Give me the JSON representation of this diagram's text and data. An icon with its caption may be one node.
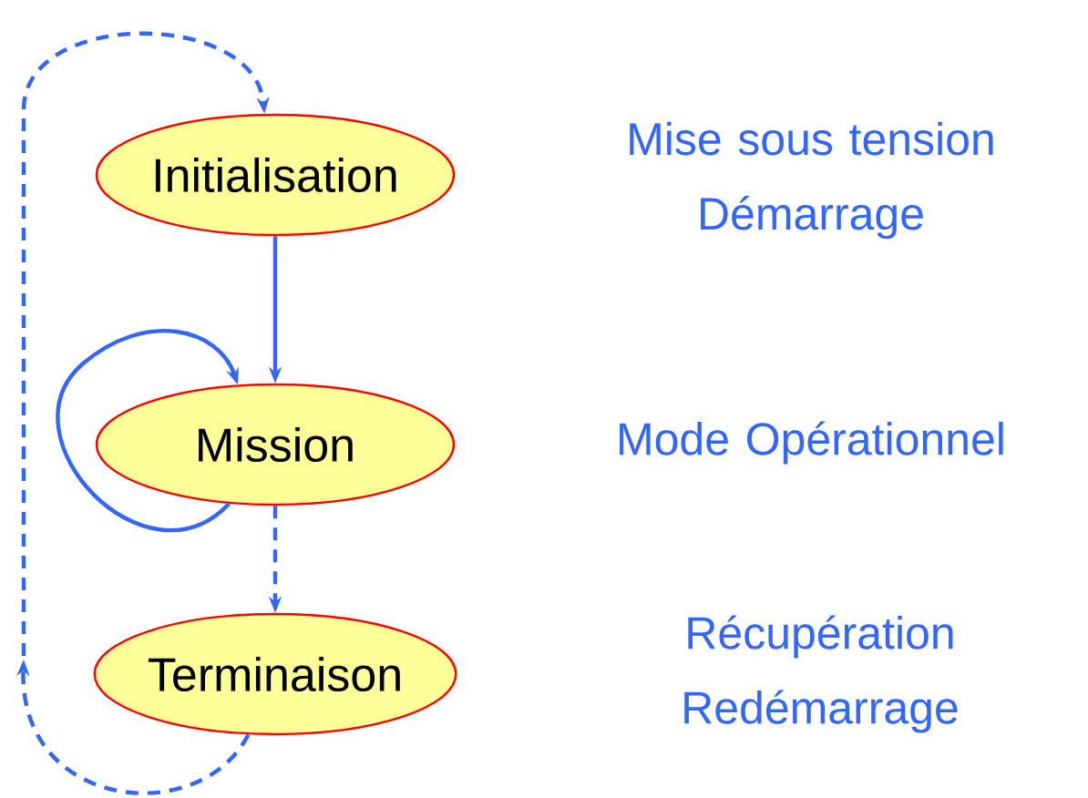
{
  "diagram": {
    "nodes": [
      {
        "text": [
          "Initialisation"
        ]
      },
      {
        "text": [
          "Mission"
        ]
      },
      {
        "text": [
          "Terminaison"
        ]
      }
    ],
    "labels": [
      "Mise sous tension Démarrage",
      "Mode Opérationnel",
      "Récupération Redémarrage"
    ],
    "edges": [
      {
        "from": 0,
        "to": 1,
        "arrow": "to"
      },
      {
        "from": 1,
        "to": 1,
        "arrow": "to"
      },
      {
        "from": 1,
        "to": 2,
        "arrow": "to",
        "style": "dashed"
      },
      {
        "from": 2,
        "to": null,
        "arrow": "to",
        "style": "dashed"
      },
      {
        "from": null,
        "to": 0,
        "arrow": "to",
        "style": "dashed"
      }
    ]
  }
}
